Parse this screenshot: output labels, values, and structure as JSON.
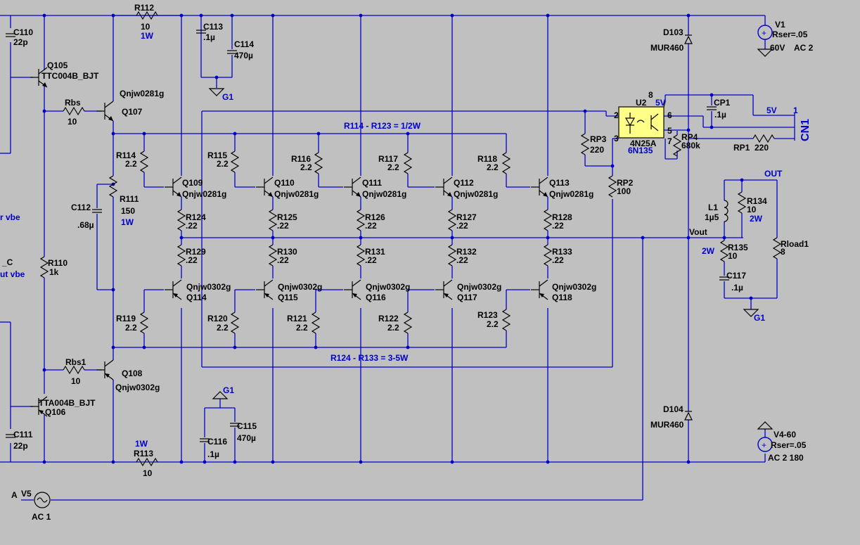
{
  "labels": {
    "r112": "R112",
    "r112_v": "10",
    "r112_w": "1W",
    "c110": "C110",
    "c110_v": "22p",
    "c113": "C113",
    "c113_v": ".1µ",
    "c114": "C114",
    "c114_v": "470µ",
    "g1_top": "G1",
    "q105": "Q105",
    "q105_m": "TTC004B_BJT",
    "q107_m": "Qnjw0281g",
    "q107": "Q107",
    "rbs": "Rbs",
    "rbs_v": "10",
    "note_top": "R114 - R123 = 1/2W",
    "r114": "R114",
    "r114_v": "2.2",
    "r115": "R115",
    "r115_v": "2.2",
    "r116": "R116",
    "r116_v": "2.2",
    "r117": "R117",
    "r117_v": "2.2",
    "r118": "R118",
    "r118_v": "2.2",
    "q109": "Q109",
    "q109_m": "Qnjw0281g",
    "q110": "Q110",
    "q110_m": "Qnjw0281g",
    "q111": "Q111",
    "q111_m": "Qnjw0281g",
    "q112": "Q112",
    "q112_m": "Qnjw0281g",
    "q113": "Q113",
    "q113_m": "Qnjw0281g",
    "r111": "R111",
    "r111_v": "150",
    "r111_w": "1W",
    "c112": "C112",
    "c112_v": ".68µ",
    "vbe1": "r vbe",
    "r124": "R124",
    "r124_v": ".22",
    "r125": "R125",
    "r125_v": ".22",
    "r126": "R126",
    "r126_v": ".22",
    "r127": "R127",
    "r127_v": ".22",
    "r128": "R128",
    "r128_v": ".22",
    "r129": "R129",
    "r129_v": ".22",
    "r130": "R130",
    "r130_v": ".22",
    "r131": "R131",
    "r131_v": ".22",
    "r132": "R132",
    "r132_v": ".22",
    "r133": "R133",
    "r133_v": ".22",
    "c_lbl": "_C",
    "vbe2": "ut vbe",
    "r110": "R110",
    "r110_v": "1k",
    "q114_m": "Qnjw0302g",
    "q114": "Q114",
    "q115_m": "Qnjw0302g",
    "q115": "Q115",
    "q116_m": "Qnjw0302g",
    "q116": "Q116",
    "q117_m": "Qnjw0302g",
    "q117": "Q117",
    "q118_m": "Qnjw0302g",
    "q118": "Q118",
    "r119": "R119",
    "r119_v": "2.2",
    "r120": "R120",
    "r120_v": "2.2",
    "r121": "R121",
    "r121_v": "2.2",
    "r122": "R122",
    "r122_v": "2.2",
    "r123": "R123",
    "r123_v": "2.2",
    "note_bot": "R124 - R133 = 3-5W",
    "rbs1": "Rbs1",
    "rbs1_v": "10",
    "q108": "Q108",
    "q108_m": "Qnjw0302g",
    "q106_m": "TTA004B_BJT",
    "q106": "Q106",
    "c111": "C111",
    "c111_v": "22p",
    "g1_mid": "G1",
    "c115": "C115",
    "c115_v": "470µ",
    "c116": "C116",
    "c116_v": ".1µ",
    "r113_w": "1W",
    "r113": "R113",
    "r113_v": "10",
    "v5_a": "A",
    "v5": "V5",
    "v5_v": "AC 1",
    "d103": "D103",
    "d103_m": "MUR460",
    "v1": "V1",
    "v1_r": "Rser=.05",
    "v1_v": "60V",
    "v1_ac": "AC 2",
    "u2": "U2",
    "u2_pin8": "8",
    "u2_5v": "5V",
    "u2_pin2": "2",
    "u2_pin3": "3",
    "u2_pin6": "6",
    "u2_pin5": "5",
    "u2_pin7": "7",
    "u2_m1": "4N25A",
    "u2_m2": "6N135",
    "cp1": "CP1",
    "cp1_v": ".1µ",
    "net_5v": "5V",
    "cn_pin1": "1",
    "cn1": "CN1",
    "rp3": "RP3",
    "rp3_v": "220",
    "rp4": "RP4",
    "rp4_v": "680k",
    "rp1": "RP1",
    "rp1_v": "220",
    "rp2": "RP2",
    "rp2_v": "100",
    "out": "OUT",
    "l1": "L1",
    "l1_v": "1µ5",
    "r134": "R134",
    "r134_v": "10",
    "r134_w": "2W",
    "vout": "Vout",
    "r135_w": "2W",
    "r135": "R135",
    "r135_v": "10",
    "rload": "Rload1",
    "rload_v": "8",
    "c117": "C117",
    "c117_v": ".1µ",
    "g1_right": "G1",
    "d104": "D104",
    "d104_m": "MUR460",
    "v4": "V4-60",
    "v4_r": "Rser=.05",
    "v4_ac": "AC 2 180"
  }
}
